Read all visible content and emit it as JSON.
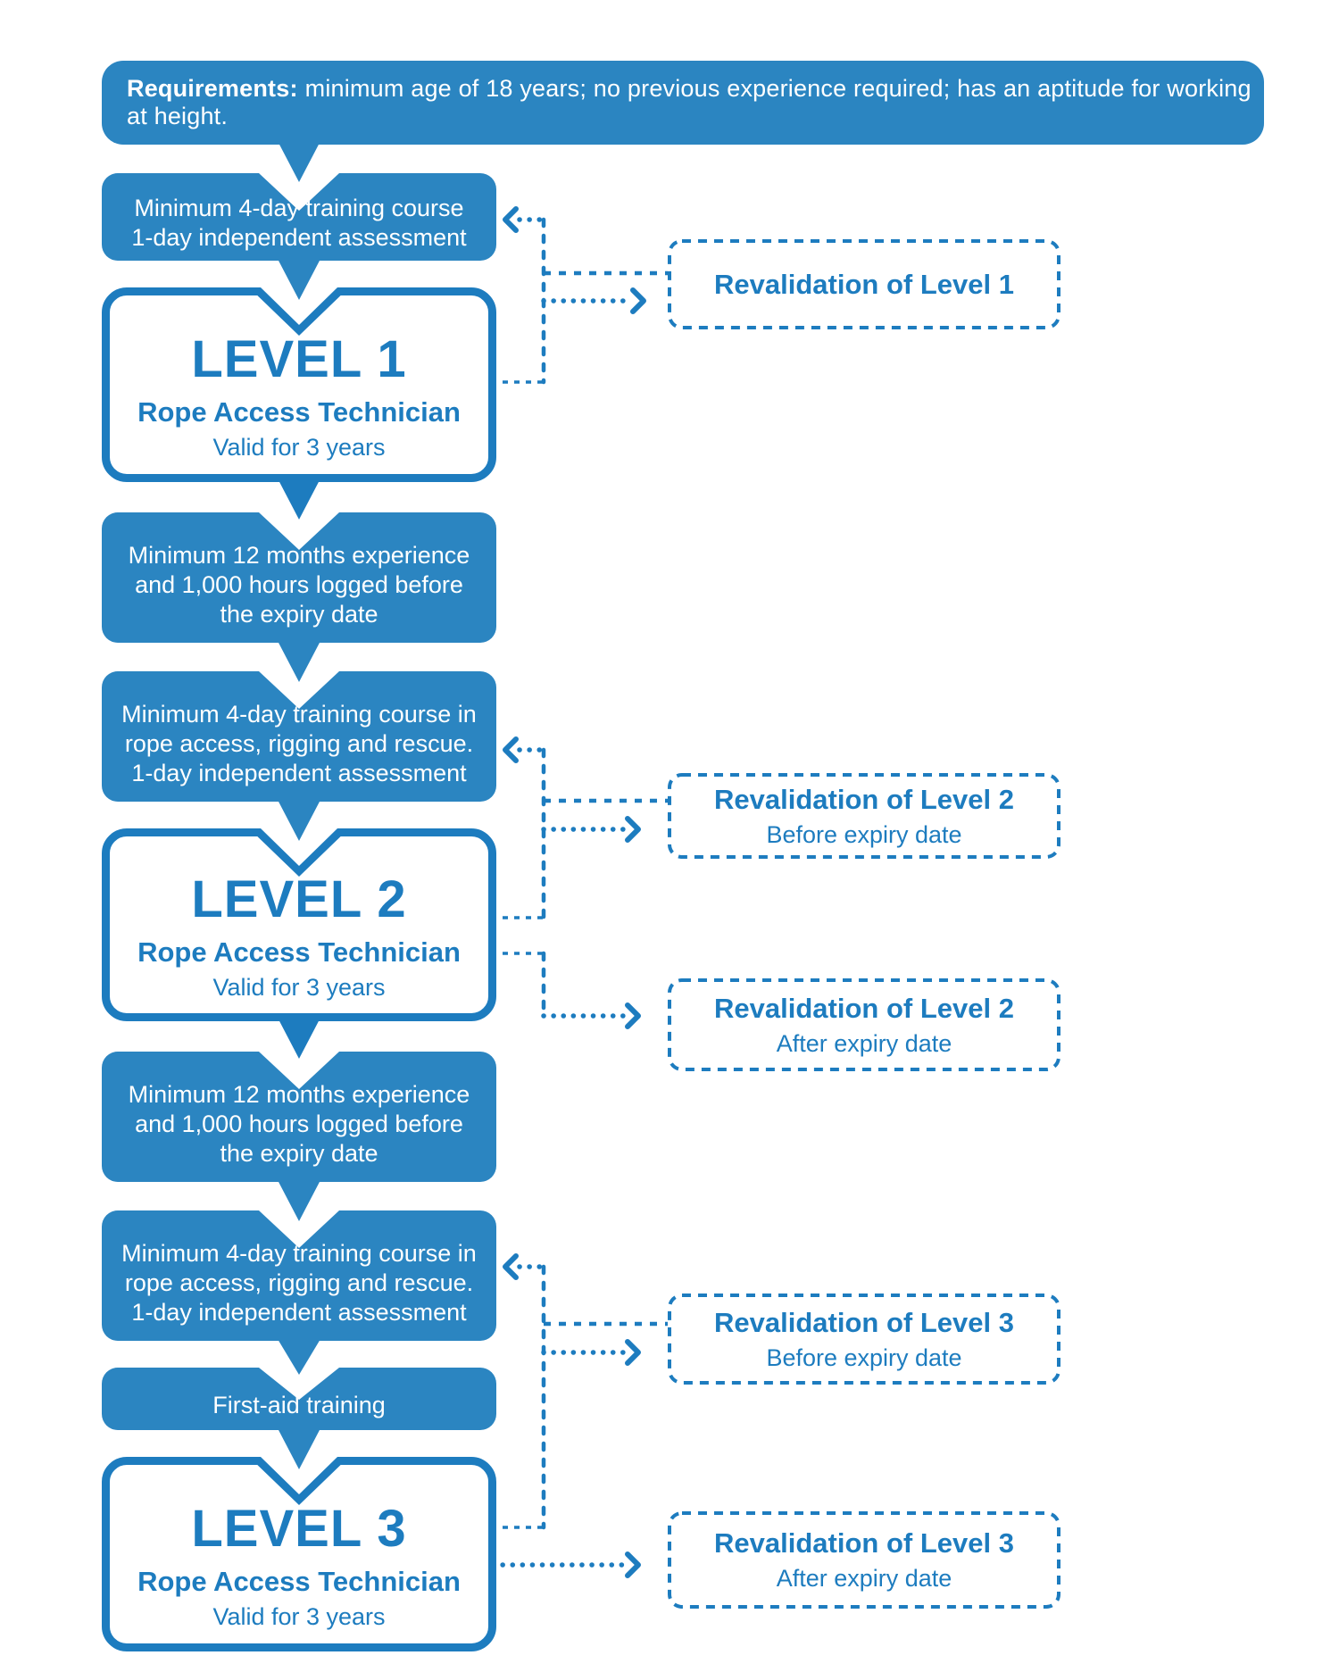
{
  "colors": {
    "box_fill_blue": "#2b85c1",
    "accent_blue": "#1d7cbf",
    "text_on_blue": "#ffffff",
    "background": "#ffffff"
  },
  "requirements": {
    "bold": "Requirements:",
    "rest": "minimum age of 18 years; no previous experience required; has an aptitude for working at height."
  },
  "steps": {
    "training_l1": {
      "lines": [
        "Minimum 4-day training course",
        "1-day independent assessment"
      ]
    },
    "level1": {
      "title": "LEVEL 1",
      "subtitle": "Rope Access Technician",
      "validity": "Valid for 3 years"
    },
    "experience_l1": {
      "lines": [
        "Minimum 12 months experience",
        "and 1,000 hours logged before",
        "the expiry date"
      ]
    },
    "training_l2": {
      "lines": [
        "Minimum 4-day training course in",
        "rope access, rigging and rescue.",
        "1-day independent assessment"
      ]
    },
    "level2": {
      "title": "LEVEL 2",
      "subtitle": "Rope Access Technician",
      "validity": "Valid for 3 years"
    },
    "experience_l2": {
      "lines": [
        "Minimum 12 months experience",
        "and 1,000 hours logged before",
        "the expiry date"
      ]
    },
    "training_l3": {
      "lines": [
        "Minimum 4-day training course in",
        "rope access, rigging and rescue.",
        "1-day independent assessment"
      ]
    },
    "first_aid": {
      "lines": [
        "First-aid training"
      ]
    },
    "level3": {
      "title": "LEVEL 3",
      "subtitle": "Rope Access Technician",
      "validity": "Valid for 3 years"
    }
  },
  "revalidations": {
    "l1": {
      "title": "Revalidation of Level 1",
      "subtitle": ""
    },
    "l2_before": {
      "title": "Revalidation of Level 2",
      "subtitle": "Before expiry date"
    },
    "l2_after": {
      "title": "Revalidation of Level 2",
      "subtitle": "After expiry date"
    },
    "l3_before": {
      "title": "Revalidation of Level 3",
      "subtitle": "Before expiry date"
    },
    "l3_after": {
      "title": "Revalidation of Level 3",
      "subtitle": "After expiry date"
    }
  }
}
